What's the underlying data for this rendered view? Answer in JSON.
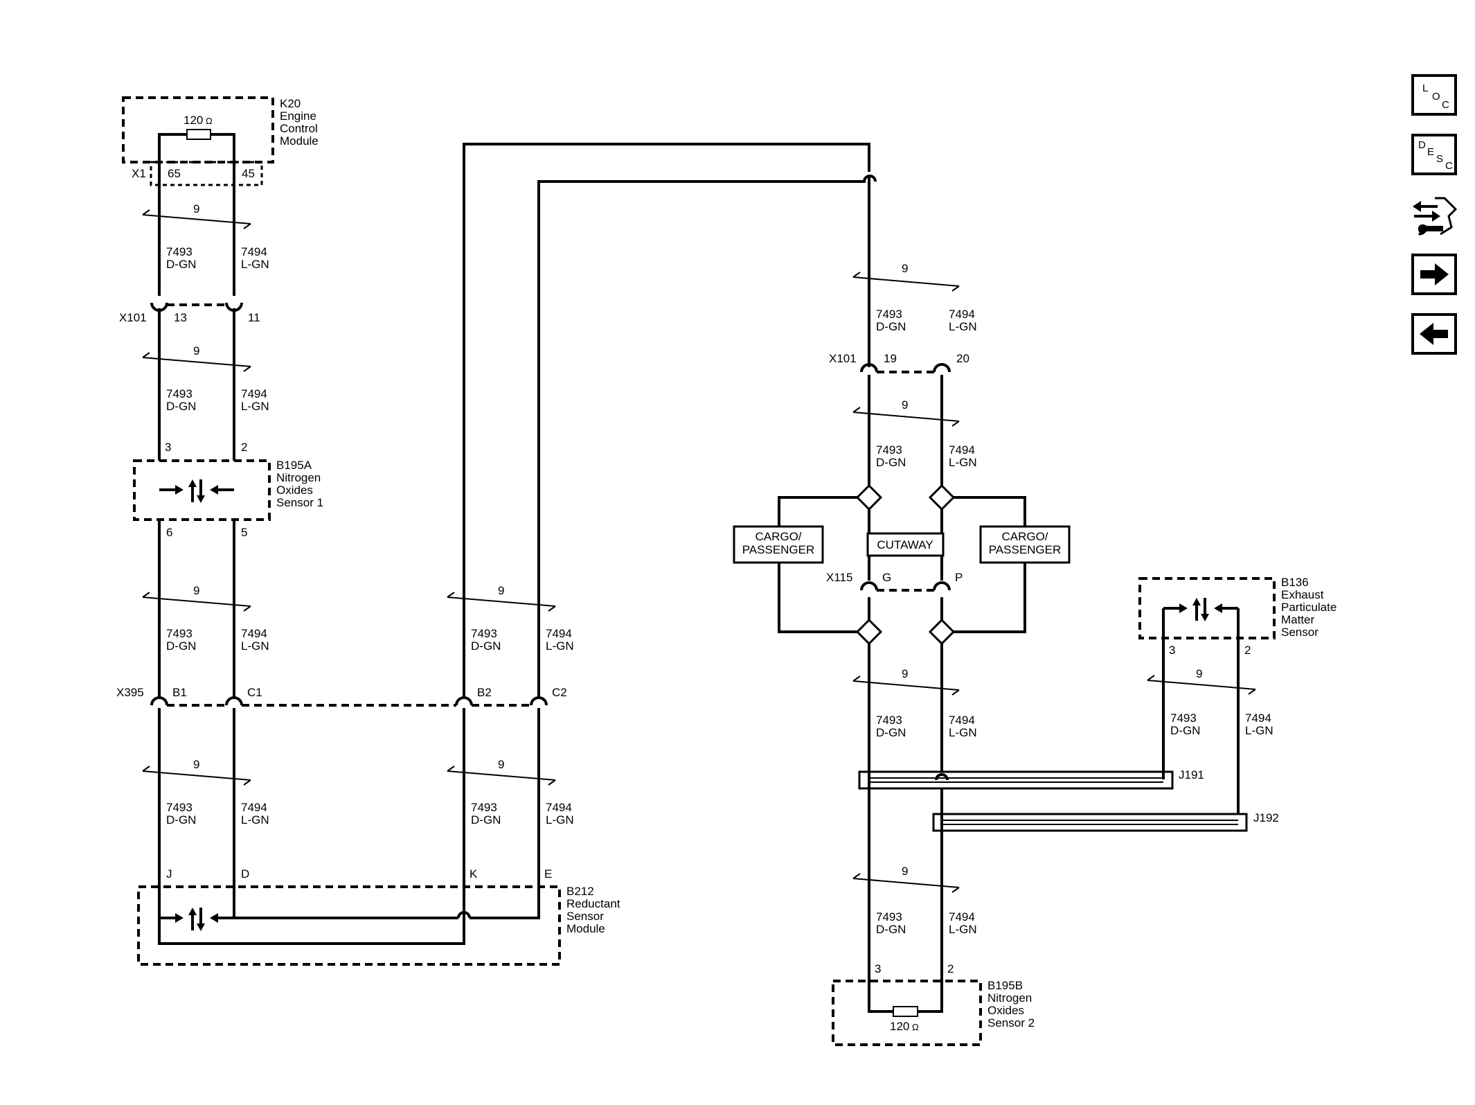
{
  "components": {
    "k20": {
      "id": "K20",
      "line1": "Engine",
      "line2": "Control",
      "line3": "Module",
      "connector": "X1",
      "pin_a": "65",
      "pin_b": "45",
      "resistor": "120",
      "ohm": "Ω"
    },
    "b195a": {
      "id": "B195A",
      "line1": "Nitrogen",
      "line2": "Oxides",
      "line3": "Sensor 1",
      "pin_top_a": "3",
      "pin_top_b": "2",
      "pin_bot_a": "6",
      "pin_bot_b": "5"
    },
    "b212": {
      "id": "B212",
      "line1": "Reductant",
      "line2": "Sensor",
      "line3": "Module",
      "pin_j": "J",
      "pin_d": "D",
      "pin_k": "K",
      "pin_e": "E"
    },
    "b136": {
      "id": "B136",
      "line1": "Exhaust",
      "line2": "Particulate",
      "line3": "Matter",
      "line4": "Sensor",
      "pin_a": "3",
      "pin_b": "2"
    },
    "b195b": {
      "id": "B195B",
      "line1": "Nitrogen",
      "line2": "Oxides",
      "line3": "Sensor 2",
      "pin_a": "3",
      "pin_b": "2",
      "resistor": "120",
      "ohm": "Ω"
    }
  },
  "connectors": {
    "x101_left": {
      "id": "X101",
      "pin_a": "13",
      "pin_b": "11"
    },
    "x101_right": {
      "id": "X101",
      "pin_a": "19",
      "pin_b": "20"
    },
    "x395": {
      "id": "X395",
      "pin_b1": "B1",
      "pin_c1": "C1",
      "pin_b2": "B2",
      "pin_c2": "C2"
    },
    "x115": {
      "id": "X115",
      "pin_g": "G",
      "pin_p": "P"
    }
  },
  "splices": {
    "j191": "J191",
    "j192": "J192"
  },
  "options": {
    "cargo_left": [
      "CARGO/",
      "PASSENGER"
    ],
    "cutaway": "CUTAWAY",
    "cargo_right": [
      "CARGO/",
      "PASSENGER"
    ]
  },
  "wires": {
    "twist": "9",
    "circuit_a": "7493",
    "color_a": "D-GN",
    "circuit_b": "7494",
    "color_b": "L-GN"
  },
  "nav": {
    "loc": {
      "l1": "L",
      "l2": "O",
      "l3": "C"
    },
    "desc": {
      "l1": "D",
      "l2": "E",
      "l3": "S",
      "l4": "C"
    },
    "icons": [
      "loc-button-icon",
      "desc-button-icon",
      "connector-tool-icon",
      "next-arrow-icon",
      "previous-arrow-icon"
    ]
  }
}
